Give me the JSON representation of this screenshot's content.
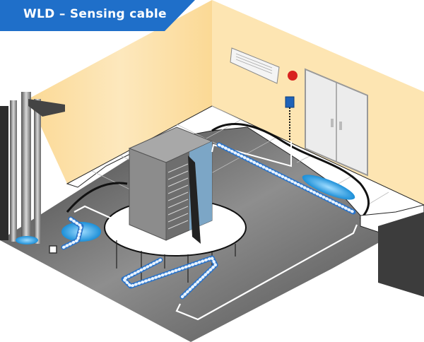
{
  "title": "WLD – Sensing cable",
  "colors": {
    "banner": "#1f6fc9",
    "wall": "#fde6b4",
    "wall_shade": "#f6d79a",
    "tile": "#ffffff",
    "tile_line": "#c9c9c9",
    "subfloor": "#5f5f5f",
    "subfloor_light": "#9a9a9a",
    "cable_blue": "#2a73c9",
    "cable_core": "#e8f3ff",
    "water": "#2aa8e6",
    "rack": "#8f8f8f",
    "door": "#eeeeee",
    "alarm": "#d8221f",
    "controller": "#1f62b8"
  },
  "scene": {
    "objects": [
      "air-conditioner",
      "alarm-bell",
      "controller-box",
      "double-door",
      "server-rack",
      "pipes",
      "raised-floor",
      "sensing-cable",
      "leader-cable",
      "water-leak"
    ]
  }
}
